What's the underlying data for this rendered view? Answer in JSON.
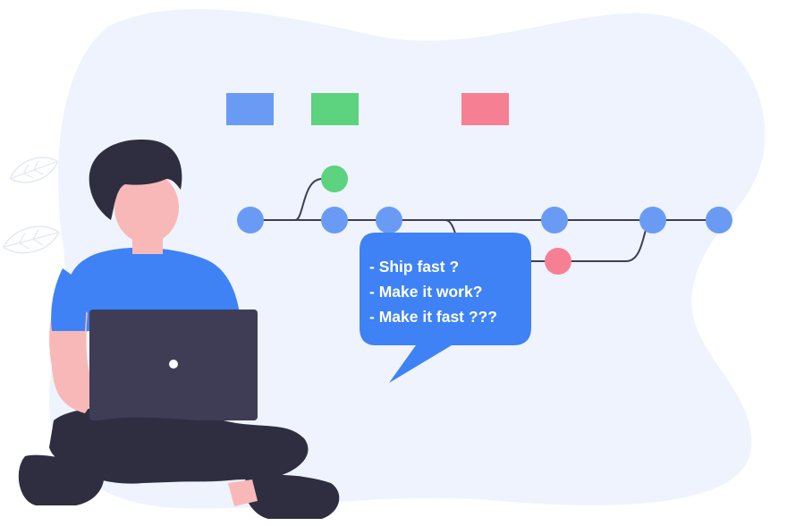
{
  "illustration": {
    "legend_colors": [
      "#6a9bf4",
      "#5dd27f",
      "#f77f94"
    ],
    "branch_colors": {
      "main": "#6a9bf4",
      "feature": "#5dd27f",
      "hotfix": "#f77f94",
      "line": "#3f3d56"
    },
    "speech_bubble": {
      "color": "#3e82f5",
      "lines": [
        "- Ship fast ?",
        "- Make it work?",
        "- Make it fast ???"
      ]
    },
    "person": {
      "shirt_color": "#3e82f5",
      "skin_color": "#f9b8b8",
      "hair_color": "#2f2e41",
      "laptop_color": "#3f3d56"
    },
    "icons": [
      "leaf-icon",
      "leaf-icon"
    ]
  }
}
